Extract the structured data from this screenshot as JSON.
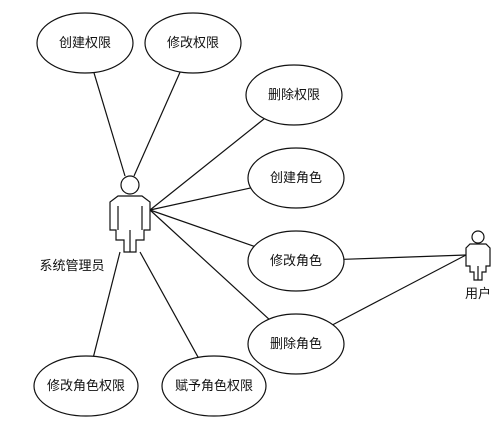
{
  "actors": [
    {
      "id": "admin",
      "label": "系统管理员",
      "icon": "stick-figure-actor-icon"
    },
    {
      "id": "user",
      "label": "用户",
      "icon": "stick-figure-actor-icon"
    }
  ],
  "use_cases": [
    {
      "id": "create_perm",
      "label": "创建权限"
    },
    {
      "id": "modify_perm",
      "label": "修改权限"
    },
    {
      "id": "delete_perm",
      "label": "删除权限"
    },
    {
      "id": "create_role",
      "label": "创建角色"
    },
    {
      "id": "modify_role",
      "label": "修改角色"
    },
    {
      "id": "delete_role",
      "label": "删除角色"
    },
    {
      "id": "modify_role_perm",
      "label": "修改角色权限"
    },
    {
      "id": "grant_role_perm",
      "label": "赋予角色权限"
    }
  ],
  "associations": [
    {
      "actor": "admin",
      "use_case": "create_perm"
    },
    {
      "actor": "admin",
      "use_case": "modify_perm"
    },
    {
      "actor": "admin",
      "use_case": "delete_perm"
    },
    {
      "actor": "admin",
      "use_case": "create_role"
    },
    {
      "actor": "admin",
      "use_case": "modify_role"
    },
    {
      "actor": "admin",
      "use_case": "delete_role"
    },
    {
      "actor": "admin",
      "use_case": "modify_role_perm"
    },
    {
      "actor": "admin",
      "use_case": "grant_role_perm"
    },
    {
      "actor": "user",
      "use_case": "modify_role"
    },
    {
      "actor": "user",
      "use_case": "delete_role"
    }
  ]
}
